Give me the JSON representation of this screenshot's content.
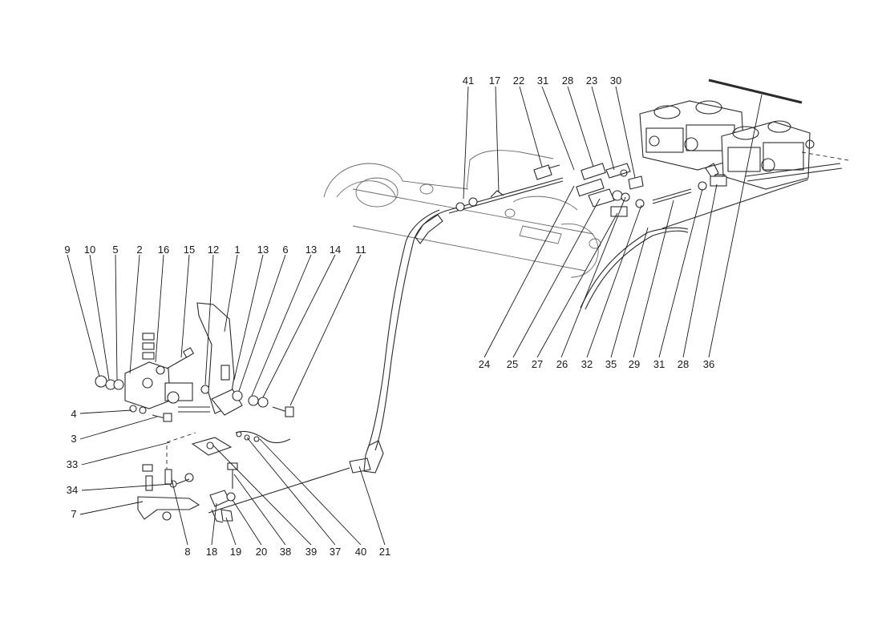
{
  "diagram": {
    "callouts": [
      {
        "id": "c41",
        "label": "41"
      },
      {
        "id": "c17a",
        "label": "17"
      },
      {
        "id": "c22",
        "label": "22"
      },
      {
        "id": "c31a",
        "label": "31"
      },
      {
        "id": "c28a",
        "label": "28"
      },
      {
        "id": "c23",
        "label": "23"
      },
      {
        "id": "c30",
        "label": "30"
      },
      {
        "id": "c24",
        "label": "24"
      },
      {
        "id": "c25",
        "label": "25"
      },
      {
        "id": "c27",
        "label": "27"
      },
      {
        "id": "c26",
        "label": "26"
      },
      {
        "id": "c32",
        "label": "32"
      },
      {
        "id": "c35",
        "label": "35"
      },
      {
        "id": "c29",
        "label": "29"
      },
      {
        "id": "c31b",
        "label": "31"
      },
      {
        "id": "c28b",
        "label": "28"
      },
      {
        "id": "c36",
        "label": "36"
      },
      {
        "id": "c9",
        "label": "9"
      },
      {
        "id": "c10",
        "label": "10"
      },
      {
        "id": "c5",
        "label": "5"
      },
      {
        "id": "c2",
        "label": "2"
      },
      {
        "id": "c16",
        "label": "16"
      },
      {
        "id": "c15",
        "label": "15"
      },
      {
        "id": "c12",
        "label": "12"
      },
      {
        "id": "c1",
        "label": "1"
      },
      {
        "id": "c13a",
        "label": "13"
      },
      {
        "id": "c6",
        "label": "6"
      },
      {
        "id": "c13b",
        "label": "13"
      },
      {
        "id": "c14",
        "label": "14"
      },
      {
        "id": "c11",
        "label": "11"
      },
      {
        "id": "c4",
        "label": "4"
      },
      {
        "id": "c3",
        "label": "3"
      },
      {
        "id": "c33",
        "label": "33"
      },
      {
        "id": "c34",
        "label": "34"
      },
      {
        "id": "c7",
        "label": "7"
      },
      {
        "id": "c8",
        "label": "8"
      },
      {
        "id": "c18",
        "label": "18"
      },
      {
        "id": "c19",
        "label": "19"
      },
      {
        "id": "c20",
        "label": "20"
      },
      {
        "id": "c38",
        "label": "38"
      },
      {
        "id": "c39",
        "label": "39"
      },
      {
        "id": "c37",
        "label": "37"
      },
      {
        "id": "c40",
        "label": "40"
      },
      {
        "id": "c21",
        "label": "21"
      }
    ]
  }
}
